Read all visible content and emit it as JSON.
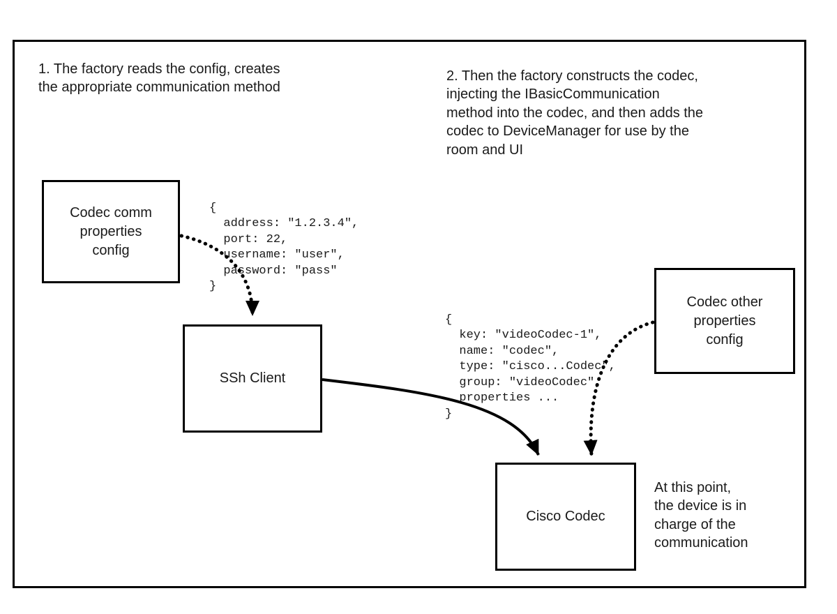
{
  "colors": {
    "line": "#000000",
    "text": "#1a1a1a",
    "background": "#ffffff"
  },
  "diagram": {
    "notes": {
      "step1": "1. The factory reads the config, creates\nthe appropriate communication method",
      "step2": "2. Then the factory constructs the codec,\ninjecting the IBasicCommunication\nmethod into the codec, and then adds the\ncodec to DeviceManager for use by the\nroom and UI",
      "result": "At this point,\nthe device is in\ncharge of the\ncommunication"
    },
    "boxes": {
      "codec_comm_config": {
        "label": "Codec comm\nproperties\nconfig"
      },
      "ssh_client": {
        "label": "SSh Client"
      },
      "codec_other_config": {
        "label": "Codec other\nproperties\nconfig"
      },
      "cisco_codec": {
        "label": "Cisco Codec"
      }
    },
    "code_snippets": {
      "comm_properties": "{\n  address: \"1.2.3.4\",\n  port: 22,\n  username: \"user\",\n  password: \"pass\"\n}",
      "codec_properties": "{\n  key: \"videoCodec-1\",\n  name: \"codec\",\n  type: \"cisco...Codec\",\n  group: \"videoCodec\",\n  properties ...\n}"
    }
  }
}
